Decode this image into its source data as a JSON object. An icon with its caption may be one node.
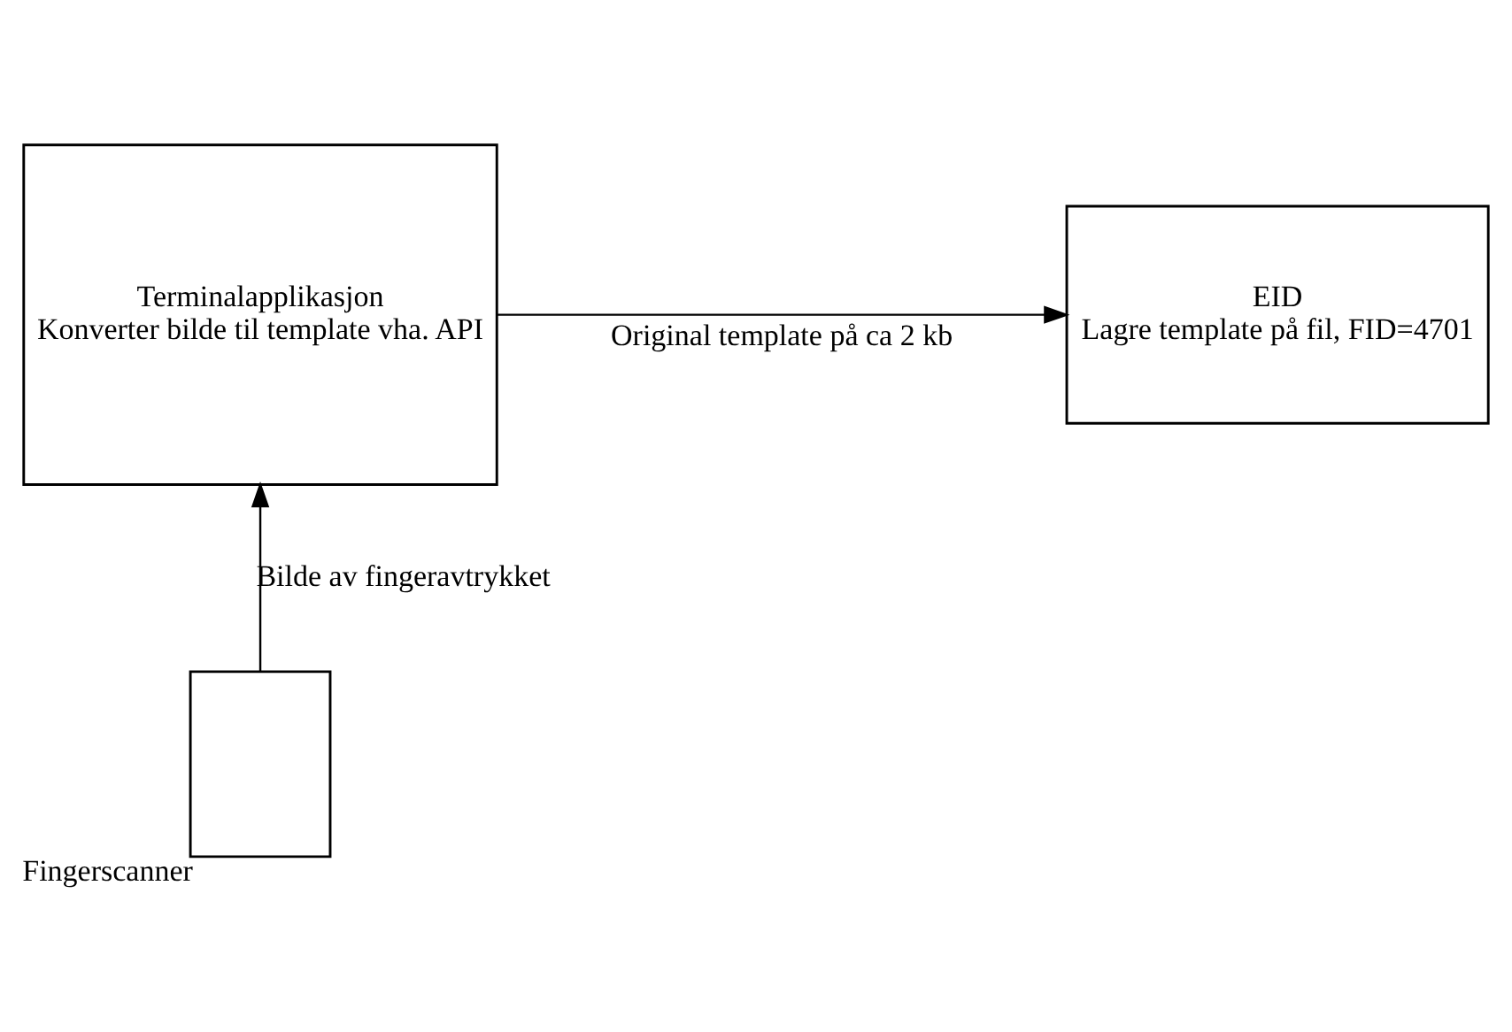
{
  "diagram": {
    "nodes": [
      {
        "text": [
          "Terminalapplikasjon",
          "Konverter bilde til template vha. API"
        ]
      },
      {
        "text": [
          "EID",
          "Lagre template på fil, FID=4701"
        ]
      },
      {
        "text": [],
        "shape": "box",
        "beside": [
          "Fingerscanner"
        ]
      }
    ],
    "edges": [
      {
        "from": 0,
        "to": 1,
        "arrow": "to",
        "label": "Original template på ca 2 kb"
      },
      {
        "from": 2,
        "to": 0,
        "arrow": "to",
        "label": "Bilde av fingeravtrykket"
      }
    ]
  }
}
